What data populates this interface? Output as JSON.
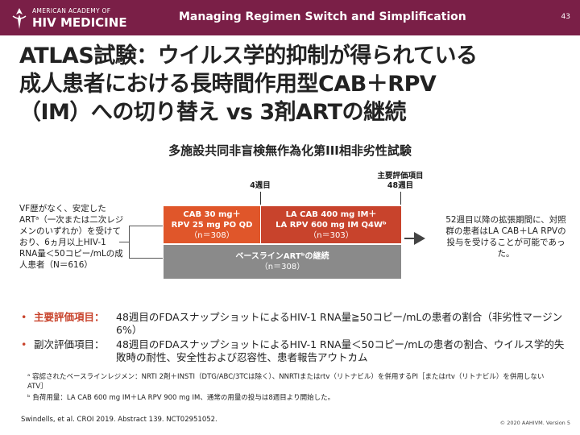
{
  "header": {
    "org_line1": "AMERICAN ACADEMY OF",
    "org_line2": "HIV MEDICINE",
    "title": "Managing Regimen Switch and Simplification",
    "page_number": "43",
    "bg_color": "#7a1f47"
  },
  "slide": {
    "title_line1": "ATLAS試験：ウイルス学的抑制が得られている",
    "title_line2": "成人患者における長時間作用型CAB＋RPV",
    "title_line3": "（IM）への切り替え vs 3剤ARTの継続",
    "subtitle": "多施設共同非盲検無作為化第III相非劣性試験"
  },
  "diagram": {
    "week4_label": "4週目",
    "primary_label_line1": "主要評価項目",
    "primary_label_line2": "48週目",
    "left_description": "VF歴がなく、安定したARTᵃ（一次または二次レジメンのいずれか）を受けており、6ヵ月以上HIV-1 RNA量＜50コピー/mLの成人患者（N＝616）",
    "box_oral_line1": "CAB 30 mg＋",
    "box_oral_line2": "RPV 25 mg PO QD",
    "box_oral_n": "（n＝308）",
    "box_la_line1": "LA CAB 400 mg IM＋",
    "box_la_line2": "LA RPV 600 mg IM Q4Wᵇ",
    "box_la_n": "（n＝303）",
    "box_base_line1": "ベースラインARTᵇの継続",
    "box_base_n": "（n＝308）",
    "right_description": "52週目以降の拡張期間に、対照群の患者はLA CAB＋LA RPVの投与を受けることが可能であった。",
    "colors": {
      "oral": "#e0562a",
      "la": "#c8432c",
      "baseline": "#8a8a8a"
    }
  },
  "bullets": [
    {
      "head": "主要評価項目：",
      "text": "48週目のFDAスナップショットによるHIV-1 RNA量≧50コピー/mLの患者の割合（非劣性マージン6%）"
    },
    {
      "head": "副次評価項目：",
      "text": "48週目のFDAスナップショットによるHIV-1 RNA量＜50コピー/mLの患者の割合、ウイルス学的失敗時の耐性、安全性および忍容性、患者報告アウトカム"
    }
  ],
  "footnotes": {
    "a": "ᵃ 容認されたベースラインレジメン：NRTI 2剤＋INSTI（DTG/ABC/3TCは除く）、NNRTIまたはrtv（リトナビル）を併用するPI［またはrtv（リトナビル）を併用しないATV］",
    "b": "ᵇ 負荷用量：LA CAB 600 mg IM＋LA RPV 900 mg IM、通常の用量の投与は8週目より開始した。"
  },
  "citation": "Swindells, et al. CROI 2019. Abstract 139. NCT02951052.",
  "copyright": "© 2020 AAHIVM. Version 5"
}
